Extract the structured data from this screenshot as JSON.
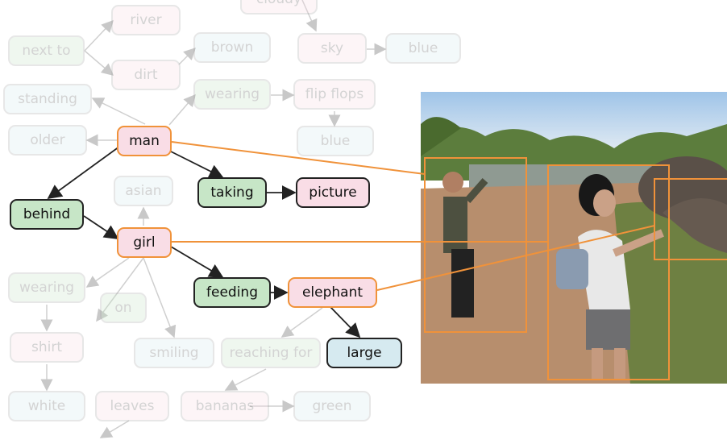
{
  "nodes": {
    "river": "river",
    "cloudy": "cloudy",
    "next_to": "next to",
    "brown": "brown",
    "sky": "sky",
    "blue_sky": "blue",
    "dirt": "dirt",
    "standing": "standing",
    "wearing_top": "wearing",
    "flip_flops": "flip flops",
    "man": "man",
    "older": "older",
    "blue_flops": "blue",
    "asian": "asian",
    "taking": "taking",
    "picture": "picture",
    "behind": "behind",
    "girl": "girl",
    "wearing_bottom": "wearing",
    "on": "on",
    "feeding": "feeding",
    "elephant": "elephant",
    "shirt": "shirt",
    "smiling": "smiling",
    "reaching_for": "reaching for",
    "large": "large",
    "white": "white",
    "leaves": "leaves",
    "bananas": "bananas",
    "green": "green"
  },
  "colors": {
    "object": "#f9dde6",
    "relationship": "#c7e6c7",
    "attribute": "#d6eaf0",
    "highlight": "#f0923a",
    "edge": "#222222",
    "faded_edge": "#b0b0b0"
  },
  "photo": {
    "description_icon": "photo-of-people-feeding-elephant"
  }
}
